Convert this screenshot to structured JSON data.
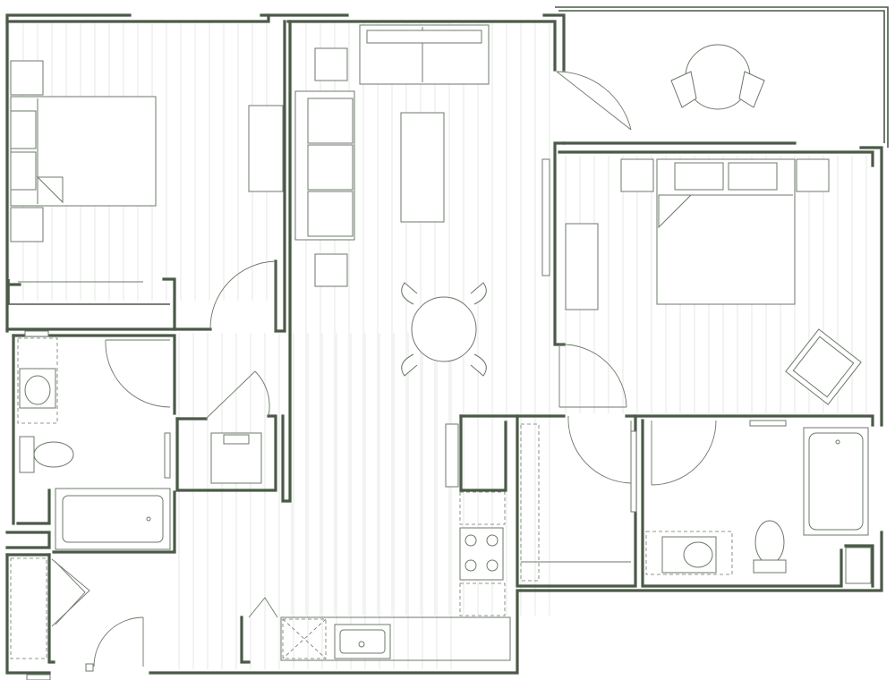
{
  "plan": {
    "colors": {
      "wall": "#4a5a47",
      "fixture": "#6b7868",
      "floor": "#d4d8d2",
      "background": "#ffffff"
    },
    "rooms": [
      "bedroom-1",
      "living-room",
      "balcony",
      "bedroom-2",
      "bathroom-1",
      "bathroom-2",
      "kitchen",
      "closet",
      "laundry",
      "entry"
    ]
  }
}
